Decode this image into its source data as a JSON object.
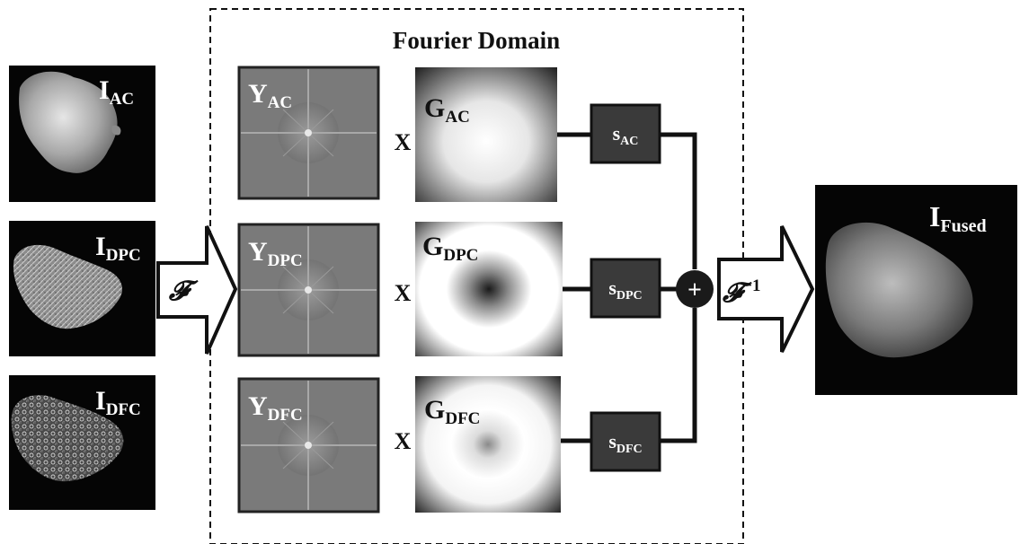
{
  "fourier_domain": {
    "title": "Fourier Domain"
  },
  "inputs": [
    {
      "main": "I",
      "sub": "AC"
    },
    {
      "main": "I",
      "sub": "DPC"
    },
    {
      "main": "I",
      "sub": "DFC"
    }
  ],
  "spectra": [
    {
      "main": "Y",
      "sub": "AC"
    },
    {
      "main": "Y",
      "sub": "DPC"
    },
    {
      "main": "Y",
      "sub": "DFC"
    }
  ],
  "filters": [
    {
      "main": "G",
      "sub": "AC"
    },
    {
      "main": "G",
      "sub": "DPC"
    },
    {
      "main": "G",
      "sub": "DFC"
    }
  ],
  "multiply_symbol": "X",
  "weights": [
    {
      "main": "s",
      "sub": "AC"
    },
    {
      "main": "s",
      "sub": "DPC"
    },
    {
      "main": "s",
      "sub": "DFC"
    }
  ],
  "sum_symbol": "+",
  "forward_transform": {
    "symbol": "𝓕"
  },
  "inverse_transform": {
    "symbol": "𝓕",
    "sup": "−1"
  },
  "output": {
    "main": "I",
    "sub": "Fused"
  },
  "colors": {
    "panel_black": "#050505",
    "spectrum_gray": "#7a7a7a",
    "weight_box": "#3a3a3a"
  }
}
